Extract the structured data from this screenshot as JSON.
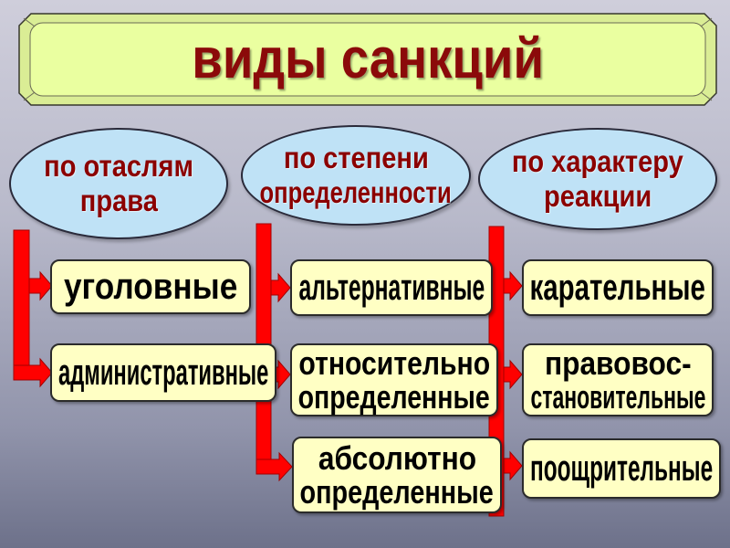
{
  "title": "виды санкций",
  "colors": {
    "title_text": "#8b0a0a",
    "title_fill": "#eaffa0",
    "ellipse_fill": "#bfe2f6",
    "ellipse_text": "#8b0000",
    "box_fill": "#ffffc4",
    "connector": "#ff0000"
  },
  "groups": [
    {
      "label": [
        "по отаслям",
        "права"
      ],
      "items": [
        [
          "уголовные"
        ],
        [
          "административные"
        ]
      ]
    },
    {
      "label": [
        "по степени",
        "определенности"
      ],
      "items": [
        [
          "альтернативные"
        ],
        [
          "относительно",
          "определенные"
        ],
        [
          "абсолютно",
          "определенные"
        ]
      ]
    },
    {
      "label": [
        "по характеру",
        "реакции"
      ],
      "items": [
        [
          "карательные"
        ],
        [
          "правовос-",
          "становительные"
        ],
        [
          "поощрительные"
        ]
      ]
    }
  ]
}
